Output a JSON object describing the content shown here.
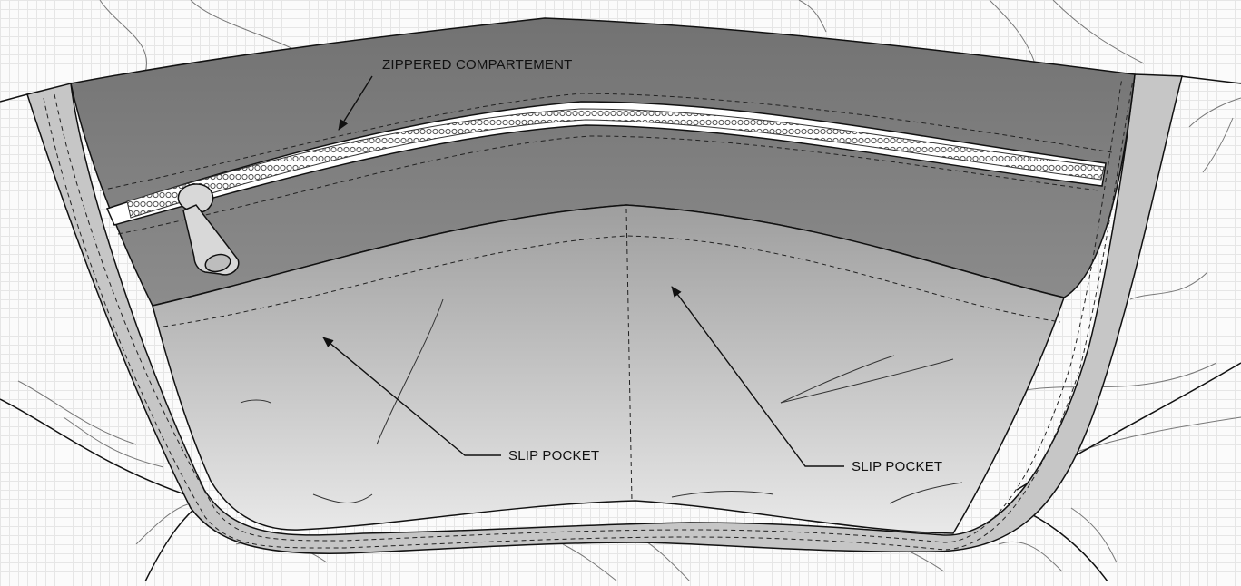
{
  "labels": {
    "zippered": "ZIPPERED COMPARTEMENT",
    "slip_left": "SLIP POCKET",
    "slip_right": "SLIP POCKET"
  },
  "colors": {
    "background": "#fbfbfb",
    "grid": "#e6e6e6",
    "band_light": "#c6c6c6",
    "panel_top": "#767676",
    "panel_mid": "#8a8a8a",
    "pocket_top": "#9e9e9e",
    "pocket_bottom": "#e9e9e9",
    "zip_tape": "#ffffff",
    "puller": "#d8d8d8"
  }
}
